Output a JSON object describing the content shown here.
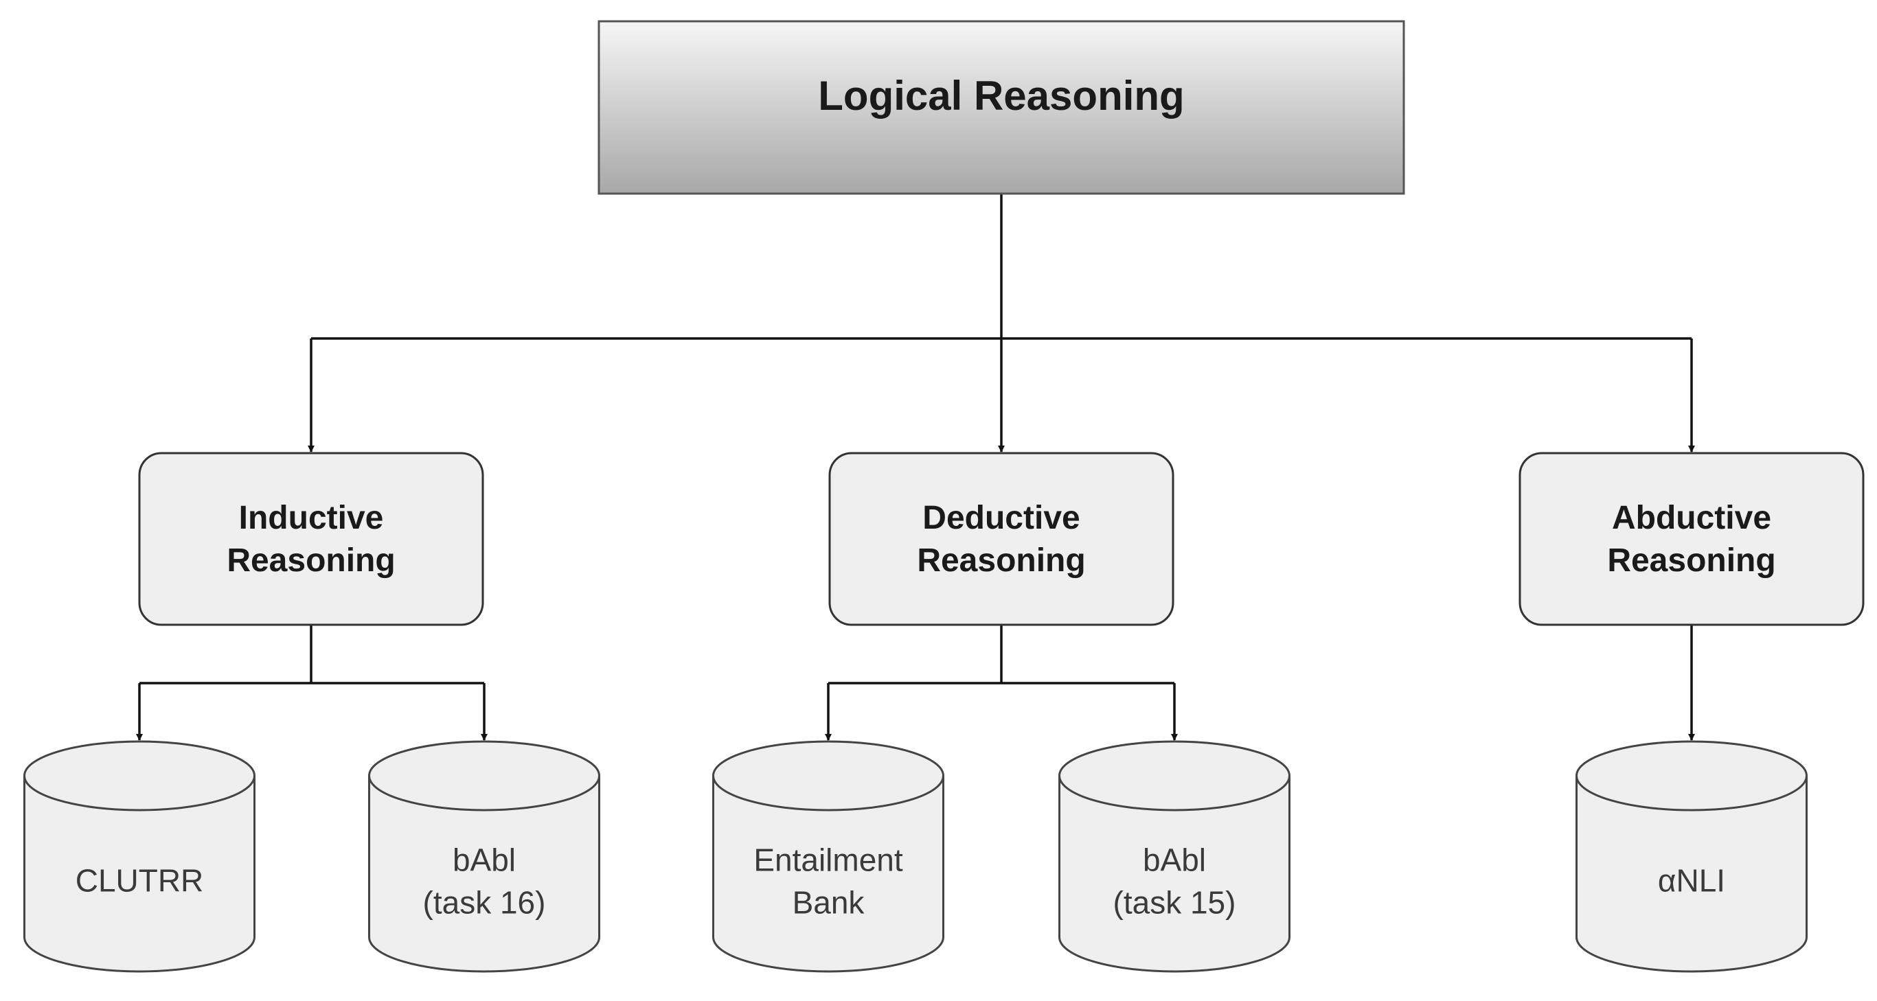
{
  "root": {
    "label": "Logical Reasoning"
  },
  "categories": [
    {
      "id": "inductive",
      "line1": "Inductive",
      "line2": "Reasoning",
      "datasets": [
        {
          "line1": "CLUTRR",
          "line2": ""
        },
        {
          "line1": "bAbl",
          "line2": "(task 16)"
        }
      ]
    },
    {
      "id": "deductive",
      "line1": "Deductive",
      "line2": "Reasoning",
      "datasets": [
        {
          "line1": "Entailment",
          "line2": "Bank"
        },
        {
          "line1": "bAbl",
          "line2": "(task 15)"
        }
      ]
    },
    {
      "id": "abductive",
      "line1": "Abductive",
      "line2": "Reasoning",
      "datasets": [
        {
          "line1": "αNLI",
          "line2": ""
        }
      ]
    }
  ],
  "colors": {
    "root_gradient_top": "#f6f6f6",
    "root_gradient_bottom": "#a8a8a8",
    "node_fill": "#efefef",
    "stroke": "#333333",
    "db_stroke": "#444444",
    "text": "#1a1a1a"
  }
}
